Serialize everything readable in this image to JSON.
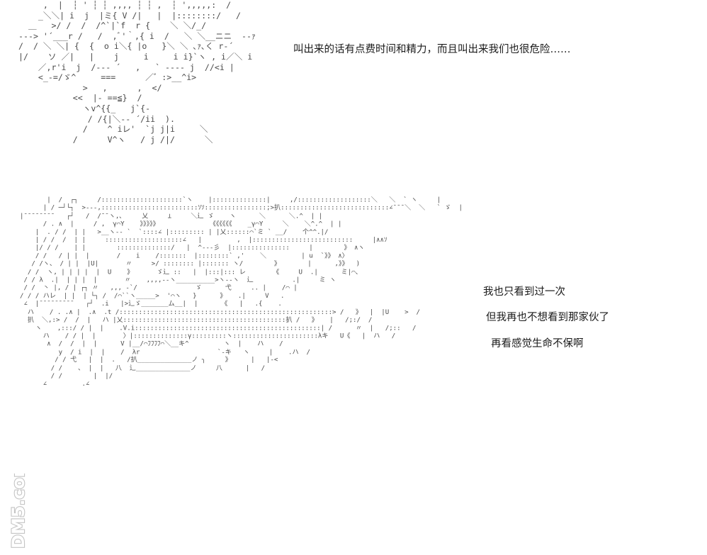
{
  "dialogue": [
    "叫出来的话有点费时间和精力，而且叫出来我们也很危险……",
    "我也只看到过一次",
    "但我再也不想看到那家伙了",
    "再看感觉生命不保啊"
  ],
  "watermark": {
    "text": "DM5.com",
    "color": "#c4c4c4"
  },
  "art": {
    "top_figure": "     ,  |  ┆ ' ┆ ┆ ,,,, ┆ ┆ ,  ┆ ',,,,,:  /\n    _＼＼| i  j  |ミ{ V /|   |  |::::::::/   /\n  ＿   >/ /  /  /^`|`f  r {    ＼ ＼/_/\n---> '´___r /   /  ,ﾞ'｀,{ i  /   ＼ ＼__ニニ  --ｧ\n/  / ＼ ＼| {  {  o i＼{ |o   }＼ ＼ ､ｧ､く r-´\n|/    ソ ／|   |    j     i     i i}`ヽ , i／＼ i\n    ／,r'i  j  /--- ´   ,   ` ---- j  //<i |\n    <_-=/ゞ^     ===      ／゛:>__^i>\n             >   ,      ,  </\n           <<  |- ==≦}  /\n             ヽv^{{_   j`{-\n              / /{|＼-- ´/ii  ).\n             /    ^ iレ'  `j j|i     ＼\n           /      V^ヽ   / j /|/      ＼",
    "bottom_figure": "       |  /  ┌┐     /:::::::::::::::::::::`ヽ    |::::::::::::::|     ,/:::::::::::::::::::＼   ＼  ` ヽ     |\n      | / ─┘└┐  >---,:::::::::::::::::::::::::ｿｿ::::::::::::::::;>扒::::::::::::::::::::::::::::∠¯¯¯＼  ＼   ` ゞ  |\n|¯¯¯¯¯¯¯¯   ┌┘   /  /¯¯ヽ,､     乂     ⊥     ＼辶 ゞ    ヽ      ＼      ＼.^  | |\n      / . ∧  |     / ,  γ⌒Y    》》》》》             《《《《《《    _γ⌒Y     ＼    ＼^.^  | |\n    |  . / /  | |   >__ヽ-- `  `::::∠ |::::::::: | |乂::::::⌒`ミ ` __/    个^^.|/\n    | / /  /  | |     ::::::::::::::::::::∠   |         ,  |::::::::::::::::::::::::::     |∧∧ｿ\n    |/ / /    | |        ::::::::::::::/   |  ^---彡  |:::::::::::::::     |        》 ∧ヽ\n    / /   / | |  |       /    i    /:::::::  |::::::::` ,'    ＼         | u  `》》 ∧〉\n   / /ヽ、 / | |  |U|       〃     >/ :::::::: |::::::: ヽ/        》       |      ,》》  )\n  / /  ヽ, | | | |  |  U    》      ゞ辶 ::   |  |:::|::: レ       《     U  .|      ミ|⌒、\n / / λ  .|  | | |  |       〃    ,,,,--ヽ__________>ヽ--ヽ  辶          .|     ミ ヽ\n / /  丶 |, / | ┌┐ 〃   ,,, -`/               ゞ      弋     .. |    /⌒ |\n/ / / ハレ  | |  | └┐ /  /⌒``ヽ_____>  '⌒ヽ   }      》   .|     V   .\n ∠  |¯¯¯¯¯¯¯¯¯   ┌┘  .i   |>辶ゞ_______ム__|  |      《   |   .{    .\n  ハ    / . .∧ |  .∧  .t /:::::::::::::::::::::::::::::::::::::::::::::::::::::::> /   》  |  |U    >  /\n  扒  ＼,:> /  /  |   ハ |乂::::::::::::::::::::::::::::::::::::::::::扒 /   》   |   /;:/  /\n    ヽ    ,:::/ / |  |    .V.i::::::::::::::::::::::::::::::::::::::::::::::::| /      〃  |   /;::   /\n      ハ    / / |  |       〉|::::::::::::::γ:::::::::ヽ::::::::::::::::::::::λキ   U《   |  ハ   /\n       ∧  /  /  |  |      V |__/⌒ﾌﾌﾌﾌ⌒＼__キ^         ヽ  |    ハ    /\n          y  / i  |  |    /  λr                    `-キ   ヽ     |    .ハ  /\n         / / 弋   |  |  .   /扒______________ノ ╮     》     |   |-<\n        / /    、 |  |   八  辶______________ノ     八      |   /\n        / /        |  |/\n      ∠         .∠"
  }
}
